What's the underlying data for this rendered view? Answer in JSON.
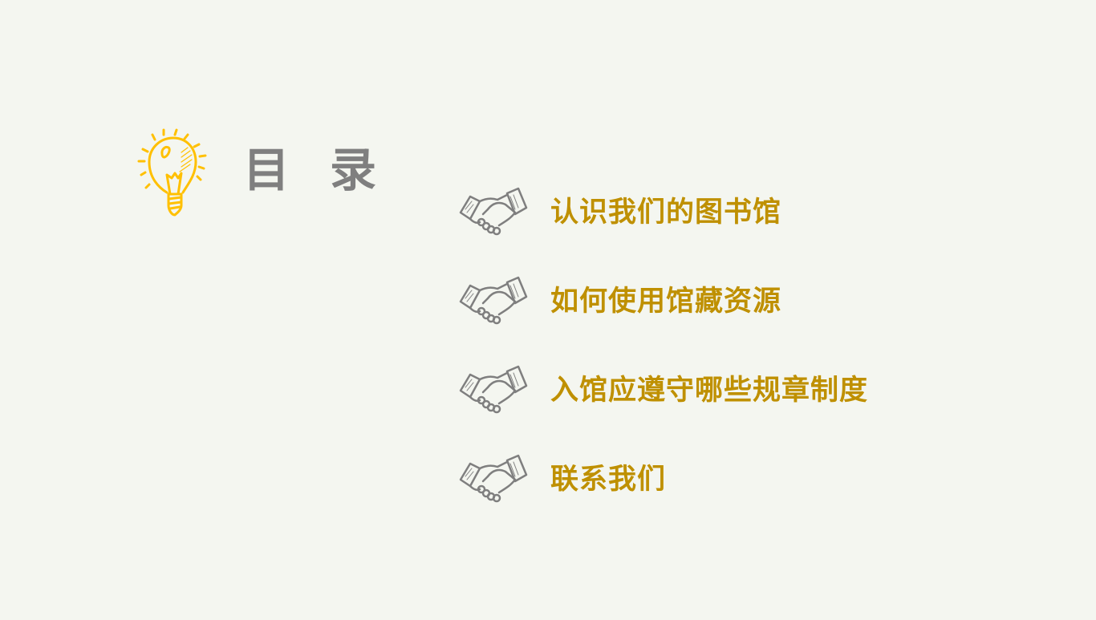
{
  "title": {
    "char1": "目",
    "char2": "录"
  },
  "colors": {
    "background": "#f4f6f0",
    "title": "#7f7f7f",
    "item_text": "#bf9000",
    "bulb": "#ffc000",
    "handshake": "#7f7f7f"
  },
  "toc": {
    "items": [
      {
        "label": "认识我们的图书馆",
        "icon": "handshake-icon"
      },
      {
        "label": "如何使用馆藏资源",
        "icon": "handshake-icon"
      },
      {
        "label": "入馆应遵守哪些规章制度",
        "icon": "handshake-icon"
      },
      {
        "label": "联系我们",
        "icon": "handshake-icon"
      }
    ]
  },
  "decoration": {
    "icon": "lightbulb-icon"
  }
}
